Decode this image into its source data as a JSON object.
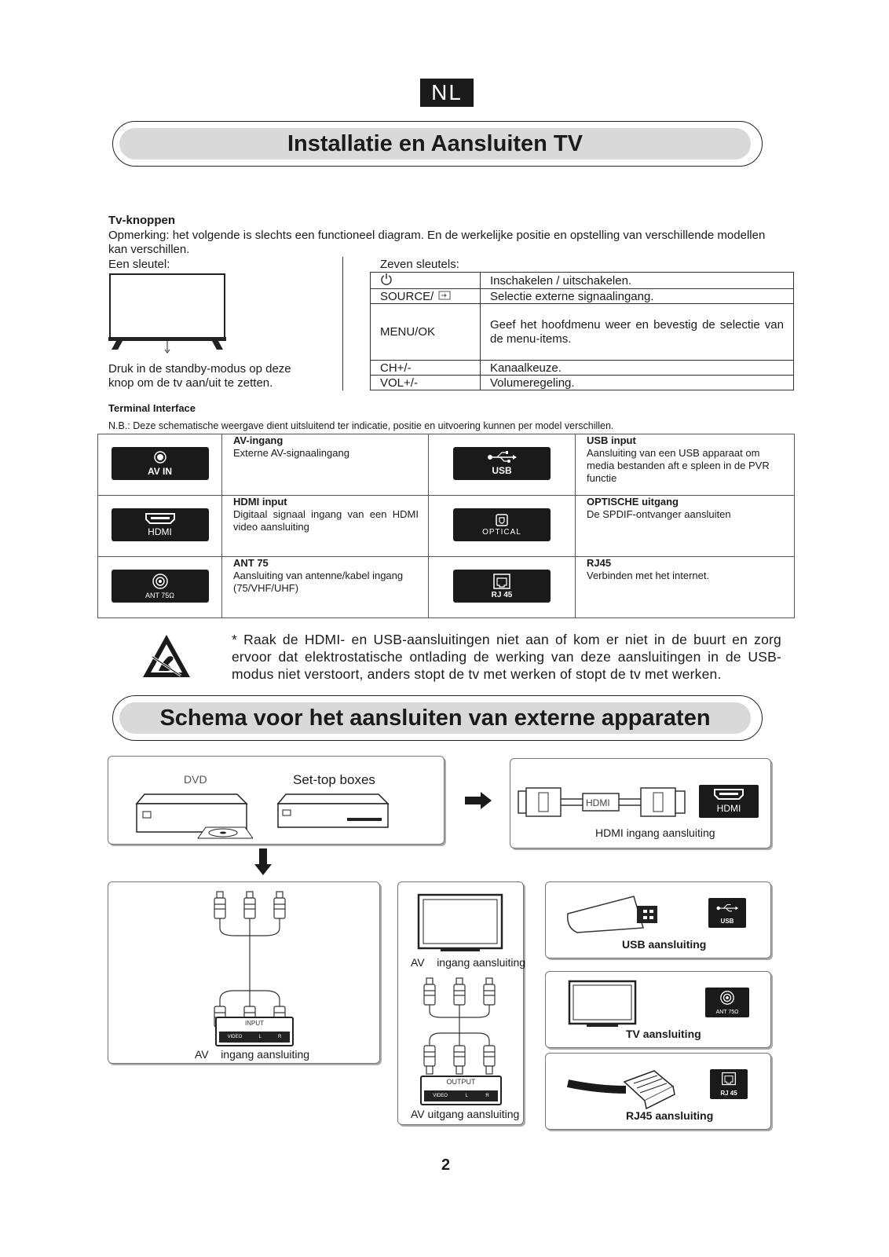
{
  "lang": "NL",
  "titles": {
    "install": "Installatie en Aansluiten TV",
    "schema": "Schema voor het aansluiten van externe apparaten"
  },
  "buttons": {
    "heading": "Tv-knoppen",
    "note": "Opmerking: het volgende is slechts een functioneel diagram. En de werkelijke positie en opstelling van verschillende modellen kan verschillen.",
    "one_key": "Een sleutel:",
    "one_key_desc": "Druk in de standby-modus op deze knop om de tv aan/uit te zetten.",
    "seven_keys": "Zeven sleutels:",
    "rows": [
      {
        "key": "",
        "icon": "power-icon",
        "desc": "Inschakelen / uitschakelen."
      },
      {
        "key": "SOURCE/",
        "icon": "source-input-icon",
        "desc": "Selectie externe signaalingang."
      },
      {
        "key": "MENU/OK",
        "icon": "",
        "desc": "Geef het hoofdmenu weer en bevestig de selectie van de menu-items."
      },
      {
        "key": "CH+/-",
        "icon": "",
        "desc": "Kanaalkeuze."
      },
      {
        "key": "VOL+/-",
        "icon": "",
        "desc": "Volumeregeling."
      }
    ]
  },
  "terminal": {
    "heading": "Terminal Interface",
    "note": "N.B.: Deze schematische weergave dient uitsluitend ter indicatie, positie en uitvoering kunnen per model verschillen.",
    "items": [
      {
        "label": "AV IN",
        "icon": "av-in-icon",
        "title": "AV-ingang",
        "desc": "Externe AV-signaalingang"
      },
      {
        "label": "USB",
        "icon": "usb-icon",
        "title": "USB input",
        "desc": "Aansluiting van een USB apparaat om media bestanden aft e spleen in de PVR functie"
      },
      {
        "label": "HDMI",
        "icon": "hdmi-icon",
        "title": "HDMI input",
        "desc": "Digitaal signaal ingang van een HDMI video aansluiting"
      },
      {
        "label": "OPTICAL",
        "icon": "optical-icon",
        "title": "OPTISCHE uitgang",
        "desc": "De SPDIF-ontvanger aansluiten"
      },
      {
        "label": "ANT 75Ω",
        "icon": "antenna-icon",
        "title": "ANT 75",
        "desc": "Aansluiting van antenne/kabel ingang (75/VHF/UHF)"
      },
      {
        "label": "RJ 45",
        "icon": "rj45-icon",
        "title": "RJ45",
        "desc": "Verbinden met het internet."
      }
    ]
  },
  "warning": "* Raak de HDMI- en USB-aansluitingen niet aan of kom er niet in de buurt en zorg ervoor dat elektrostatische ontlading de werking van deze aansluitingen in de USB-modus niet verstoort, anders stopt de tv met werken of stopt de tv met werken.",
  "diagram": {
    "dvd": "DVD",
    "stb": "Set-top boxes",
    "hdmi_cable": "HDMI",
    "hdmi_port": "HDMI",
    "hdmi_caption": "HDMI ingang aansluiting",
    "input_label": "INPUT",
    "video": "VIDEO",
    "l": "L",
    "r": "R",
    "av_in_caption": "AV    ingang aansluiting",
    "av_in_caption2": "AV    ingang aansluiting",
    "output_label": "OUTPUT",
    "av_out_caption": "AV uitgang aansluiting",
    "usb_port": "USB",
    "usb_caption": "USB aansluiting",
    "ant_port": "ANT 75Ω",
    "tv_caption": "TV aansluiting",
    "rj45_port": "RJ 45",
    "rj45_caption": "RJ45 aansluiting"
  },
  "page_number": "2"
}
